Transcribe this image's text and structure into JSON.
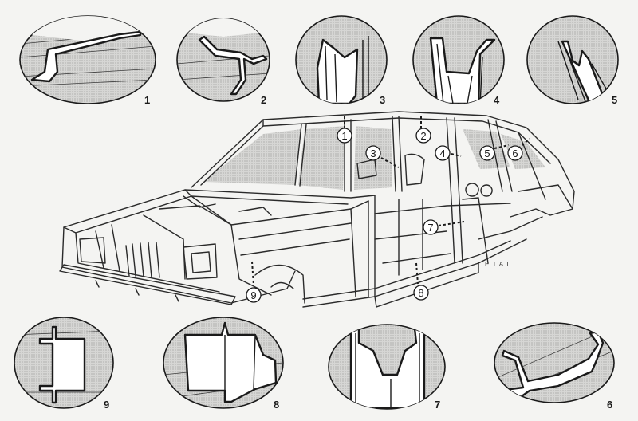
{
  "details_top": [
    "1",
    "2",
    "3",
    "4",
    "5"
  ],
  "details_bottom": [
    "9",
    "8",
    "7",
    "6"
  ],
  "callouts": [
    "1",
    "2",
    "3",
    "4",
    "5",
    "6",
    "7",
    "8",
    "9"
  ],
  "credit": "E.T.A.I."
}
